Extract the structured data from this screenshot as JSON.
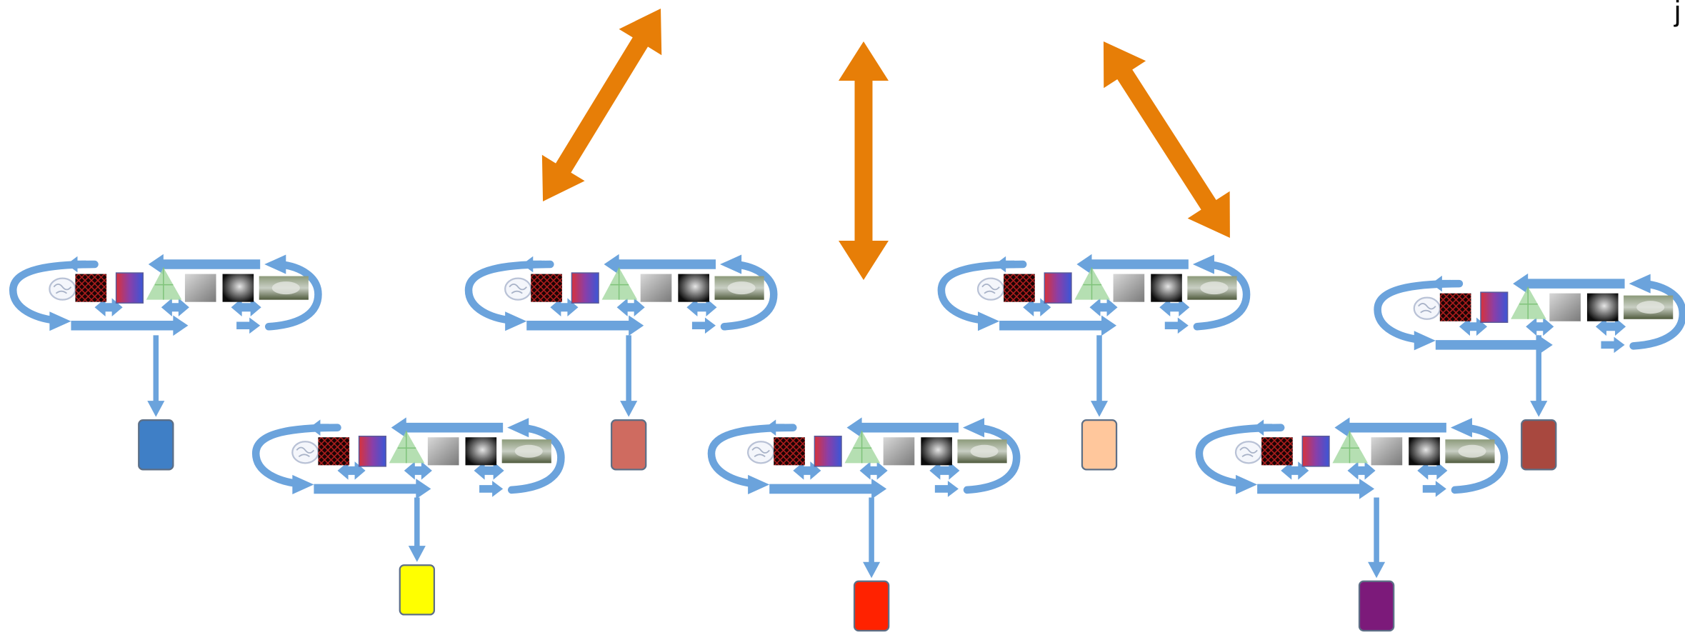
{
  "diagram": {
    "edge_fragment_text": "j",
    "colors": {
      "loop_arrow": "#6ba3dc",
      "exchange_arrow": "#e77e07",
      "outputs": [
        "#3f7fc6",
        "#ffff00",
        "#cf6b60",
        "#ff2200",
        "#ffc79c",
        "#7c1a7a",
        "#a8483f"
      ]
    },
    "pipeline_stage_icons": [
      "brain-sketch-icon",
      "red-mesh-icon",
      "red-blue-volume-icon",
      "green-triangle-mesh-icon",
      "gray-scan-icon",
      "dark-scan-icon",
      "landscape-photo-icon"
    ],
    "pipeline_count": 7,
    "exchange_arrow_count": 3
  }
}
